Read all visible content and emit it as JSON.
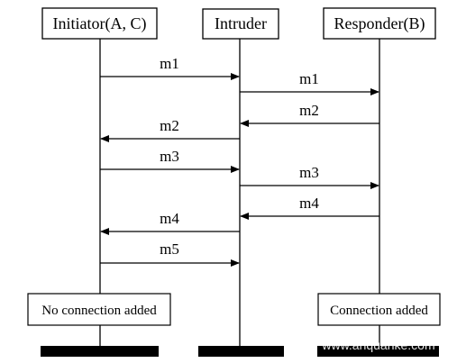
{
  "participants": [
    {
      "id": "initiator",
      "label": "Initiator(A, C)"
    },
    {
      "id": "intruder",
      "label": "Intruder"
    },
    {
      "id": "responder",
      "label": "Responder(B)"
    }
  ],
  "messages": [
    {
      "label": "m1",
      "from": "initiator",
      "to": "intruder"
    },
    {
      "label": "m1",
      "from": "intruder",
      "to": "responder"
    },
    {
      "label": "m2",
      "from": "responder",
      "to": "intruder"
    },
    {
      "label": "m2",
      "from": "intruder",
      "to": "initiator"
    },
    {
      "label": "m3",
      "from": "initiator",
      "to": "intruder"
    },
    {
      "label": "m3",
      "from": "intruder",
      "to": "responder"
    },
    {
      "label": "m4",
      "from": "responder",
      "to": "intruder"
    },
    {
      "label": "m4",
      "from": "intruder",
      "to": "initiator"
    },
    {
      "label": "m5",
      "from": "initiator",
      "to": "intruder"
    }
  ],
  "notes": [
    {
      "participant": "initiator",
      "text": "No connection added"
    },
    {
      "participant": "responder",
      "text": "Connection added"
    }
  ],
  "watermark": "www.anquanke.com"
}
